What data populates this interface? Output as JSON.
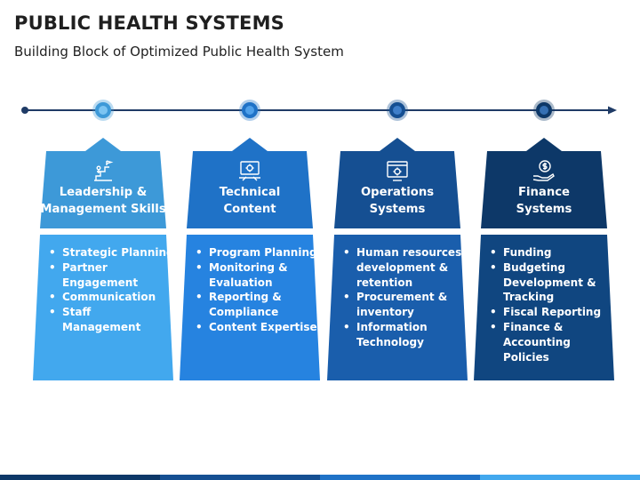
{
  "title": "PUBLIC HEALTH SYSTEMS",
  "subtitle": "Building Block of Optimized Public Health System",
  "colors": {
    "timeline": "#1f3b66",
    "col1_top": "#3d99d8",
    "col1_bottom": "#42a8ee",
    "col2_top": "#1f72c7",
    "col2_bottom": "#2683e0",
    "col3_top": "#154f92",
    "col3_bottom": "#1a5eac",
    "col4_top": "#0d3868",
    "col4_bottom": "#104680"
  },
  "columns": [
    {
      "icon": "leadership-ladder-icon",
      "heading_line1": "Leadership &",
      "heading_line2": "Management Skills",
      "bullets": [
        "Strategic Planning",
        "Partner",
        "Engagement",
        "Communication",
        "Staff",
        "Management"
      ]
    },
    {
      "icon": "tools-laptop-icon",
      "heading_line1": "Technical",
      "heading_line2": "Content",
      "bullets": [
        "Program Planning",
        "Monitoring &",
        "Evaluation",
        "Reporting &",
        "Compliance",
        "Content Expertise"
      ]
    },
    {
      "icon": "window-gear-icon",
      "heading_line1": "Operations",
      "heading_line2": "Systems",
      "bullets": [
        "Human resources",
        "development &",
        "retention",
        "Procurement &",
        "inventory",
        "Information",
        "Technology"
      ]
    },
    {
      "icon": "hand-dollar-icon",
      "heading_line1": "Finance",
      "heading_line2": "Systems",
      "bullets": [
        "Funding",
        "Budgeting",
        "Development &",
        "Tracking",
        "Fiscal Reporting",
        "Finance &",
        "Accounting Policies"
      ]
    }
  ]
}
